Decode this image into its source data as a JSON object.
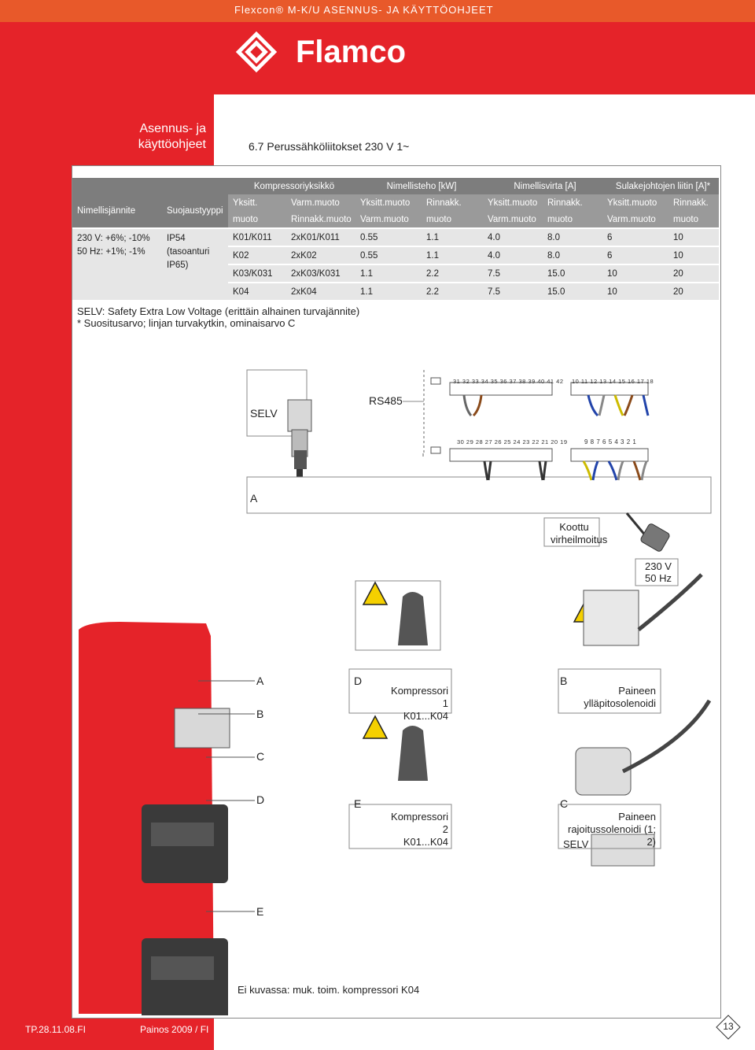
{
  "header": {
    "product_line": "Flexcon® M-K/U ASENNUS- JA KÄYTTÖOHJEET",
    "brand": "Flamco"
  },
  "sidebar": {
    "title_line1": "Asennus- ja",
    "title_line2": "käyttöohjeet"
  },
  "section": {
    "title": "6.7     Perussähköliitokset 230 V 1~"
  },
  "table": {
    "group_headers": [
      "Kompressoriyksikkö",
      "Nimellisteho [kW]",
      "Nimellisvirta [A]",
      "Sulakejohtojen liitin [A]*"
    ],
    "col1": "Nimellisjännite",
    "col2": "Suojaustyyppi",
    "sub1": [
      "Yksitt.",
      "Varm.muoto",
      "Yksitt.muoto",
      "Rinnakk.",
      "Yksitt.muoto",
      "Rinnakk.",
      "Yksitt.muoto",
      "Rinnakk."
    ],
    "sub2": [
      "muoto",
      "Rinnakk.muoto",
      "Varm.muoto",
      "muoto",
      "Varm.muoto",
      "muoto",
      "Varm.muoto",
      "muoto"
    ],
    "voltage_line1": "230 V: +6%; -10%",
    "voltage_line2": "50 Hz: +1%; -1%",
    "protection_line1": "IP54",
    "protection_line2": "(tasoanturi",
    "protection_line3": "IP65)",
    "rows": [
      [
        "K01/K011",
        "2xK01/K011",
        "0.55",
        "1.1",
        "4.0",
        "8.0",
        "6",
        "10"
      ],
      [
        "K02",
        "2xK02",
        "0.55",
        "1.1",
        "4.0",
        "8.0",
        "6",
        "10"
      ],
      [
        "K03/K031",
        "2xK03/K031",
        "1.1",
        "2.2",
        "7.5",
        "15.0",
        "10",
        "20"
      ],
      [
        "K04",
        "2xK04",
        "1.1",
        "2.2",
        "7.5",
        "15.0",
        "10",
        "20"
      ]
    ]
  },
  "notes": {
    "line1": "SELV: Safety Extra Low Voltage  (erittäin alhainen turvajännite)",
    "line2": "* Suositusarvo; linjan turvakytkin, ominaisarvo C"
  },
  "diagram": {
    "selv": "SELV",
    "rs485": "RS485",
    "terminals_top_a": "31 32 33 34 35 36 37 38 39 40 41 42",
    "terminals_top_b": "10 11 12 13 14 15 16 17 18",
    "terminals_bot_a": "30 29 28 27 26 25 24 23 22 21 20 19",
    "terminals_bot_b": "9   8   7   6   5   4   3   2   1",
    "label_a": "A",
    "fault_line1": "Koottu",
    "fault_line2": "virheilmoitus",
    "power_line1": "230 V",
    "power_line2": "50 Hz",
    "tank_a": "A",
    "tank_b": "B",
    "tank_c": "C",
    "tank_d": "D",
    "tank_e": "E",
    "d_label": "D",
    "comp1_line1": "Kompressori 1",
    "comp1_line2": "K01...K04",
    "b_label": "B",
    "sol1_line1": "Paineen",
    "sol1_line2": "ylläpitosolenoidi",
    "e_label": "E",
    "comp2_line1": "Kompressori 2",
    "comp2_line2": "K01...K04",
    "c_label": "C",
    "sol2_line1": "Paineen",
    "sol2_line2": "rajoitussolenoidi (1; 2)",
    "selv2": "SELV",
    "footnote": "Ei kuvassa: muk. toim. kompressori K04"
  },
  "footer": {
    "code": "TP.28.11.08.FI",
    "edition": "Painos 2009 / FI",
    "page": "13"
  },
  "colors": {
    "brand_red": "#e52329",
    "top_orange": "#e8592a",
    "table_header": "#7d7d7d",
    "table_body": "#e6e6e6"
  }
}
